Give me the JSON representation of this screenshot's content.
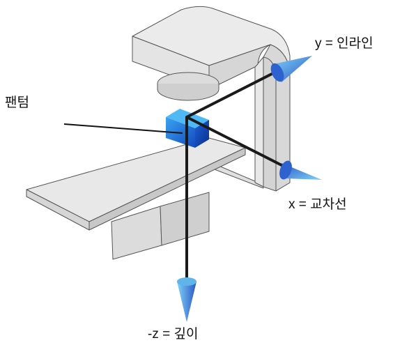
{
  "labels": {
    "phantom": "팬텀",
    "y_axis": "y = 인라인",
    "x_axis": "x = 교차선",
    "z_axis": "-z = 깊이"
  },
  "colors": {
    "machine_fill": "#e6e6e6",
    "machine_side": "#d2d2d2",
    "machine_stroke": "#555555",
    "axis_line": "#1a1a1a",
    "cone_light": "#6cc7f2",
    "cone_dark": "#2b56c6",
    "cube_front": "#1f6fe0",
    "cube_top": "#4db6f5",
    "cube_side": "#0f3fa8"
  }
}
